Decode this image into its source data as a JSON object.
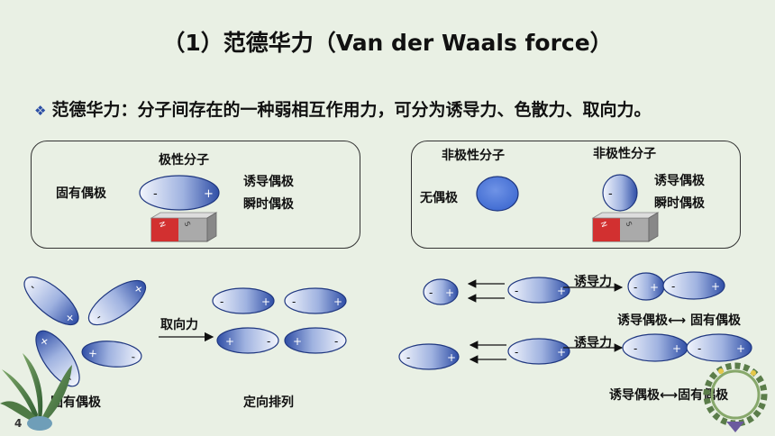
{
  "title": "（1）范德华力（Van der Waals force）",
  "bullet_text": "范德华力：分子间存在的一种弱相互作用力，可分为诱导力、色散力、取向力。",
  "polar_box": {
    "heading": "极性分子",
    "intrinsic_label": "固有偶极",
    "induced_label": "诱导偶极",
    "instant_label": "瞬时偶极"
  },
  "nonpolar_box": {
    "heading_left": "非极性分子",
    "heading_right": "非极性分子",
    "no_dipole_label": "无偶极",
    "induced_label": "诱导偶极",
    "instant_label": "瞬时偶极"
  },
  "orientation": {
    "arrow_label": "取向力",
    "left_caption": "固有偶极",
    "right_caption": "定向排列"
  },
  "induction": {
    "top_arrow_label": "诱导力",
    "bottom_arrow_label": "诱导力",
    "top_caption": "诱导偶极⟷ 固有偶极",
    "bottom_caption": "诱导偶极⟷固有偶极"
  },
  "signs": {
    "plus": "+",
    "minus": "-"
  },
  "magnet": {
    "n": "N",
    "s": "S"
  },
  "page_number": "4",
  "colors": {
    "ellipse_light": "#e8eef9",
    "ellipse_dark": "#3552a8",
    "magnet_red": "#cc2a2a",
    "magnet_gray": "#b8b8b8"
  }
}
